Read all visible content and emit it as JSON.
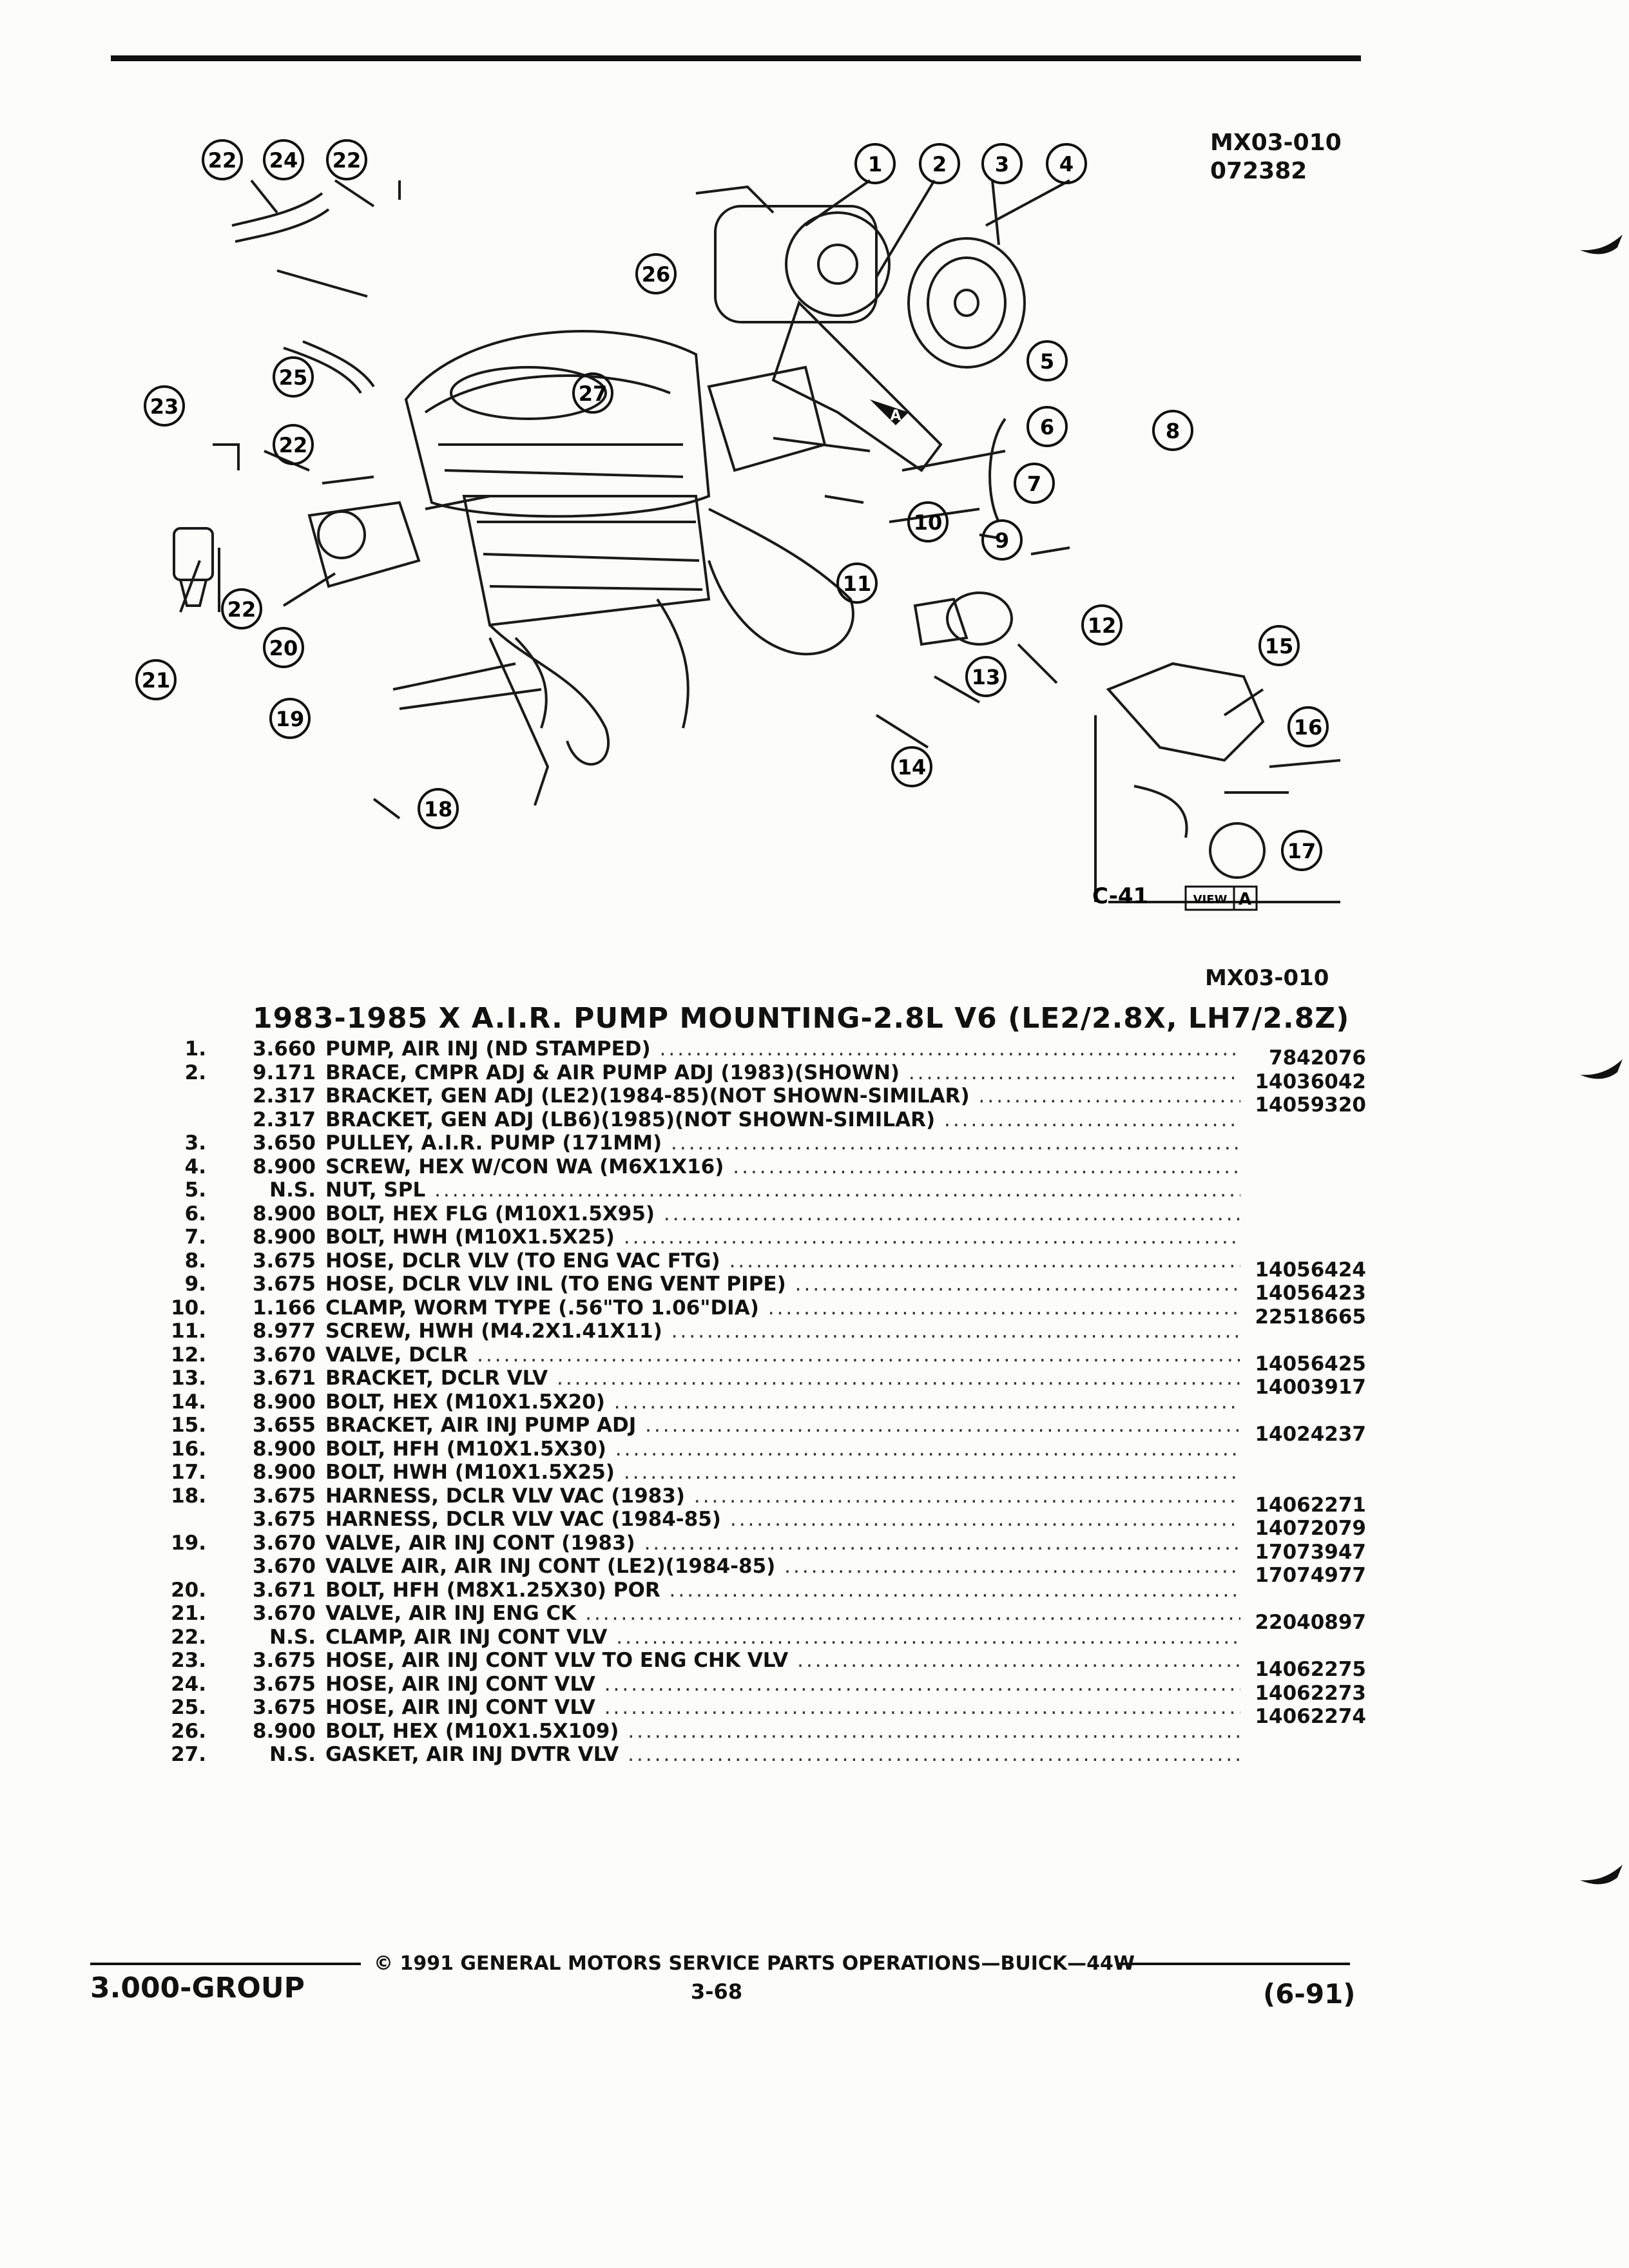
{
  "drawing": {
    "id_top": "MX03-010",
    "date_code_top": "072382",
    "id_bottom": "MX03-010",
    "view_label": "VIEW",
    "view_letter": "A",
    "view_ref": "C-41",
    "callouts": [
      "1",
      "2",
      "3",
      "4",
      "5",
      "6",
      "7",
      "8",
      "9",
      "10",
      "11",
      "12",
      "13",
      "14",
      "15",
      "16",
      "17",
      "18",
      "19",
      "20",
      "21",
      "22",
      "22",
      "22",
      "22",
      "23",
      "24",
      "25",
      "26",
      "27"
    ]
  },
  "section": {
    "title": "1983-1985 X A.I.R. PUMP MOUNTING-2.8L V6 (LE2/2.8X, LH7/2.8Z)"
  },
  "parts": [
    {
      "no": "1.",
      "grp": "3.660",
      "name": "PUMP",
      "desc": ", AIR INJ (ND STAMPED)",
      "pn": "7842076"
    },
    {
      "no": "2.",
      "grp": "9.171",
      "name": "BRACE",
      "desc": ", CMPR ADJ & AIR PUMP ADJ (1983)(SHOWN)",
      "pn": "14036042"
    },
    {
      "no": "",
      "grp": "2.317",
      "name": "BRACKET",
      "desc": ", GEN ADJ (LE2)(1984-85)(NOT SHOWN-SIMILAR)",
      "pn": "14059320"
    },
    {
      "no": "",
      "grp": "2.317",
      "name": "BRACKET",
      "desc": ", GEN ADJ (LB6)(1985)(NOT SHOWN-SIMILAR)",
      "pn": ""
    },
    {
      "no": "3.",
      "grp": "3.650",
      "name": "PULLEY",
      "desc": ", A.I.R. PUMP (171MM)",
      "pn": ""
    },
    {
      "no": "4.",
      "grp": "8.900",
      "name": "SCREW",
      "desc": ", HEX W/CON WA (M6X1X16)",
      "pn": ""
    },
    {
      "no": "5.",
      "grp": "N.S.",
      "name": "NUT",
      "desc": ", SPL",
      "pn": ""
    },
    {
      "no": "6.",
      "grp": "8.900",
      "name": "BOLT",
      "desc": ", HEX FLG (M10X1.5X95)",
      "pn": ""
    },
    {
      "no": "7.",
      "grp": "8.900",
      "name": "BOLT",
      "desc": ", HWH (M10X1.5X25)",
      "pn": ""
    },
    {
      "no": "8.",
      "grp": "3.675",
      "name": "HOSE",
      "desc": ", DCLR VLV (TO ENG VAC FTG)",
      "pn": "14056424"
    },
    {
      "no": "9.",
      "grp": "3.675",
      "name": "HOSE",
      "desc": ", DCLR VLV INL (TO ENG VENT PIPE)",
      "pn": "14056423"
    },
    {
      "no": "10.",
      "grp": "1.166",
      "name": "CLAMP",
      "desc": ", WORM TYPE (.56\"TO 1.06\"DIA)",
      "pn": "22518665"
    },
    {
      "no": "11.",
      "grp": "8.977",
      "name": "SCREW",
      "desc": ", HWH (M4.2X1.41X11)",
      "pn": ""
    },
    {
      "no": "12.",
      "grp": "3.670",
      "name": "VALVE",
      "desc": ", DCLR",
      "pn": "14056425"
    },
    {
      "no": "13.",
      "grp": "3.671",
      "name": "BRACKET",
      "desc": ", DCLR VLV",
      "pn": "14003917"
    },
    {
      "no": "14.",
      "grp": "8.900",
      "name": "BOLT",
      "desc": ", HEX (M10X1.5X20)",
      "pn": ""
    },
    {
      "no": "15.",
      "grp": "3.655",
      "name": "BRACKET",
      "desc": ", AIR INJ PUMP ADJ",
      "pn": "14024237"
    },
    {
      "no": "16.",
      "grp": "8.900",
      "name": "BOLT",
      "desc": ", HFH (M10X1.5X30)",
      "pn": ""
    },
    {
      "no": "17.",
      "grp": "8.900",
      "name": "BOLT",
      "desc": ", HWH (M10X1.5X25)",
      "pn": ""
    },
    {
      "no": "18.",
      "grp": "3.675",
      "name": "HARNESS",
      "desc": ", DCLR VLV VAC (1983)",
      "pn": "14062271"
    },
    {
      "no": "",
      "grp": "3.675",
      "name": "HARNESS",
      "desc": ", DCLR VLV VAC (1984-85)",
      "pn": "14072079"
    },
    {
      "no": "19.",
      "grp": "3.670",
      "name": "VALVE",
      "desc": ", AIR INJ CONT (1983)",
      "pn": "17073947"
    },
    {
      "no": "",
      "grp": "3.670",
      "name": "VALVE AIR",
      "desc": ", AIR INJ CONT (LE2)(1984-85)",
      "pn": "17074977"
    },
    {
      "no": "20.",
      "grp": "3.671",
      "name": "BOLT",
      "desc": ", HFH (M8X1.25X30) POR",
      "pn": ""
    },
    {
      "no": "21.",
      "grp": "3.670",
      "name": "VALVE",
      "desc": ", AIR INJ ENG CK",
      "pn": "22040897"
    },
    {
      "no": "22.",
      "grp": "N.S.",
      "name": "CLAMP",
      "desc": ", AIR INJ CONT VLV",
      "pn": ""
    },
    {
      "no": "23.",
      "grp": "3.675",
      "name": "HOSE",
      "desc": ", AIR INJ CONT VLV TO ENG CHK VLV",
      "pn": "14062275"
    },
    {
      "no": "24.",
      "grp": "3.675",
      "name": "HOSE",
      "desc": ", AIR INJ CONT VLV",
      "pn": "14062273"
    },
    {
      "no": "25.",
      "grp": "3.675",
      "name": "HOSE",
      "desc": ", AIR INJ CONT VLV",
      "pn": "14062274"
    },
    {
      "no": "26.",
      "grp": "8.900",
      "name": "BOLT",
      "desc": ", HEX (M10X1.5X109)",
      "pn": ""
    },
    {
      "no": "27.",
      "grp": "N.S.",
      "name": "GASKET",
      "desc": ", AIR INJ DVTR VLV",
      "pn": ""
    }
  ],
  "footer": {
    "copyright": "© 1991 GENERAL MOTORS SERVICE PARTS OPERATIONS—BUICK—44W",
    "group": "3.000-GROUP",
    "page": "3-68",
    "date": "(6-91)"
  }
}
